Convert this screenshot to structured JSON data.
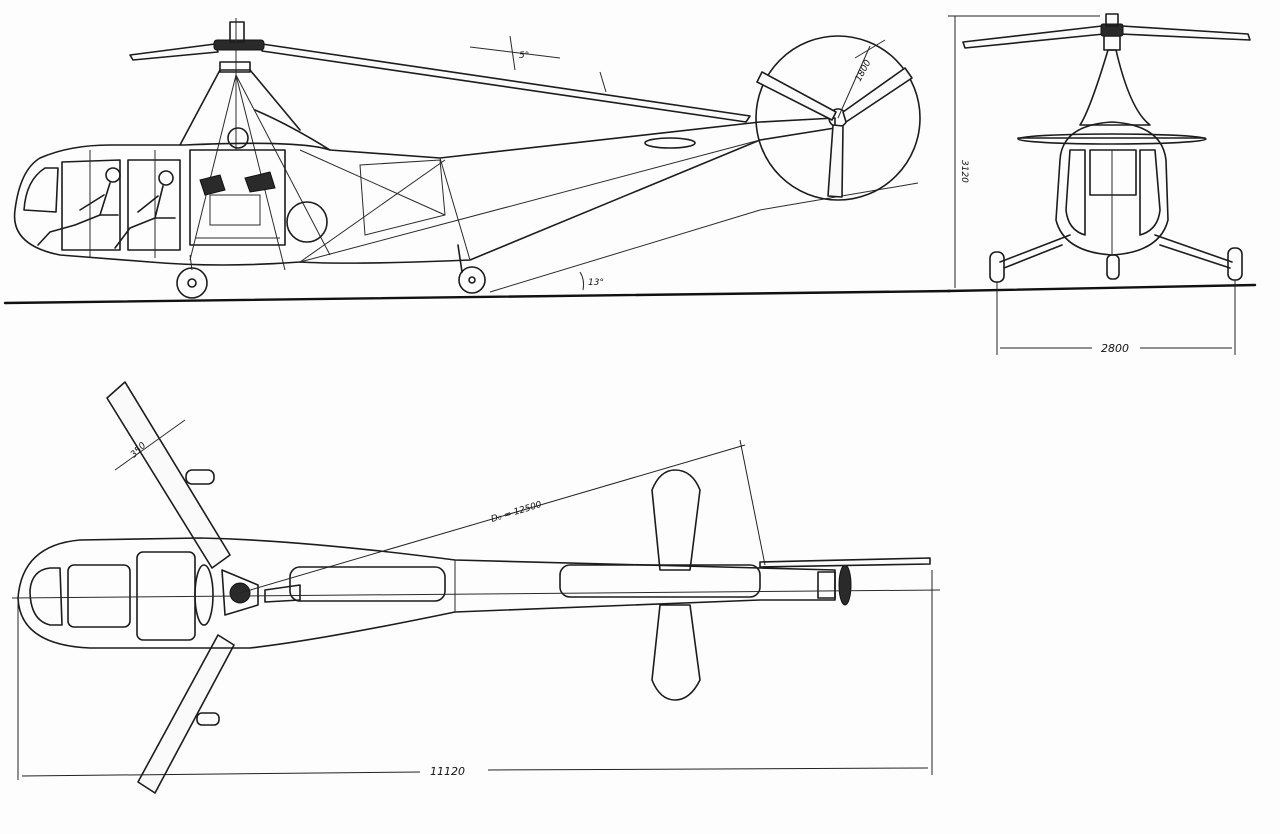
{
  "dimensions": {
    "rotor_tilt_angle": "5°",
    "tail_rotor_diameter": "1800",
    "ground_angle": "13°",
    "height": "3120",
    "track_width": "2800",
    "blade_chord": "350",
    "main_rotor_diameter": "D₀ = 12500",
    "overall_length": "11120"
  }
}
